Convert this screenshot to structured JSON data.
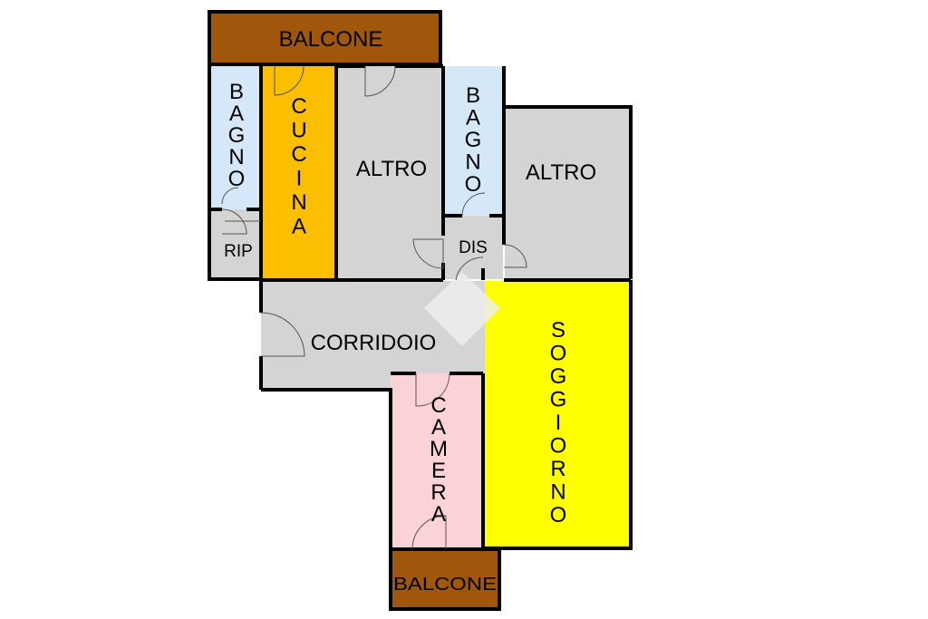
{
  "rooms": {
    "balcone_top": {
      "label": "BALCONE",
      "color": "#a0570c"
    },
    "bagno_left": {
      "label": "BAGNO",
      "color": "#d4e8fa"
    },
    "cucina": {
      "label": "CUCINA",
      "color": "#fbbf00"
    },
    "altro_left": {
      "label": "ALTRO",
      "color": "#d4d4d4"
    },
    "bagno_right": {
      "label": "BAGNO",
      "color": "#d4e8fa"
    },
    "altro_right": {
      "label": "ALTRO",
      "color": "#d4d4d4"
    },
    "rip": {
      "label": "RIP",
      "color": "#d4d4d4"
    },
    "dis": {
      "label": "DIS",
      "color": "#d4d4d4"
    },
    "corridoio": {
      "label": "CORRIDOIO",
      "color": "#d4d4d4"
    },
    "soggiorno": {
      "label": "SOGGIORNO",
      "color": "#ffff00"
    },
    "camera": {
      "label": "CAMERA",
      "color": "#fad2d8"
    },
    "balcone_bottom": {
      "label": "BALCONE",
      "color": "#a0570c"
    }
  },
  "colors": {
    "wall": "#000000",
    "watermark": "#eeeeee"
  }
}
